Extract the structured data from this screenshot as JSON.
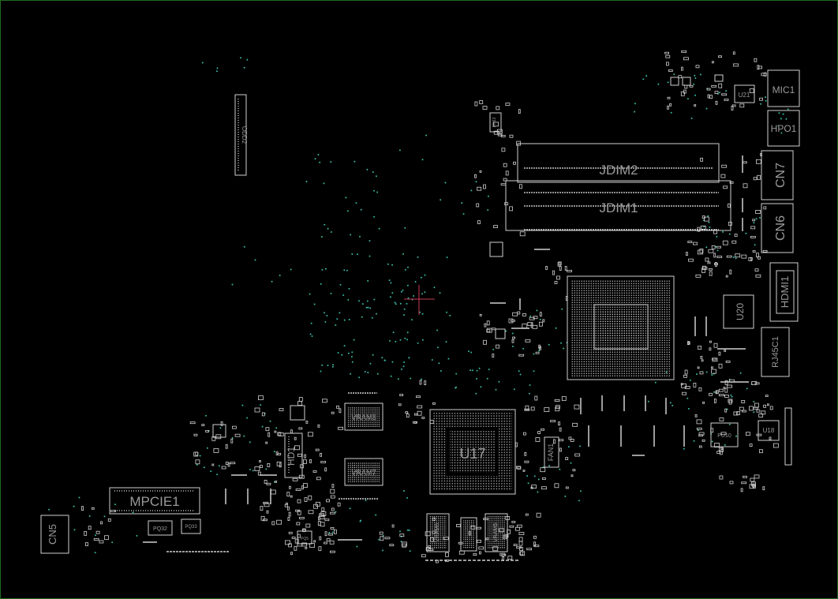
{
  "board": {
    "labels": {
      "mic1": "MIC1",
      "hpo1": "HPO1",
      "u21": "U21",
      "cn7": "CN7",
      "cn6": "CN6",
      "hdmi1": "HDMI1",
      "u20": "U20",
      "rj45c1": "RJ45C1",
      "jdim2": "JDIM2",
      "jdim1": "JDIM1",
      "odd2": "ODD2",
      "u17": "U17",
      "vram8": "VRAM8",
      "vram7": "VRAM7",
      "vram6": "VRAM6",
      "vram5": "VRAM5",
      "hd1": "HD1",
      "mpcie1": "MPCIE1",
      "cn5": "CN5",
      "pq32": "PQ32",
      "pq33": "PQ33",
      "fan1": "FAN1",
      "pu10": "PU10",
      "u18": "U18",
      "pr63": "PR63",
      "pq5": "PQ5"
    },
    "colors": {
      "background": "#000000",
      "outline": "#cfcfcf",
      "via": "#39b7a4",
      "crosshair": "#c63a55",
      "frame": "#1f6a1f"
    }
  }
}
